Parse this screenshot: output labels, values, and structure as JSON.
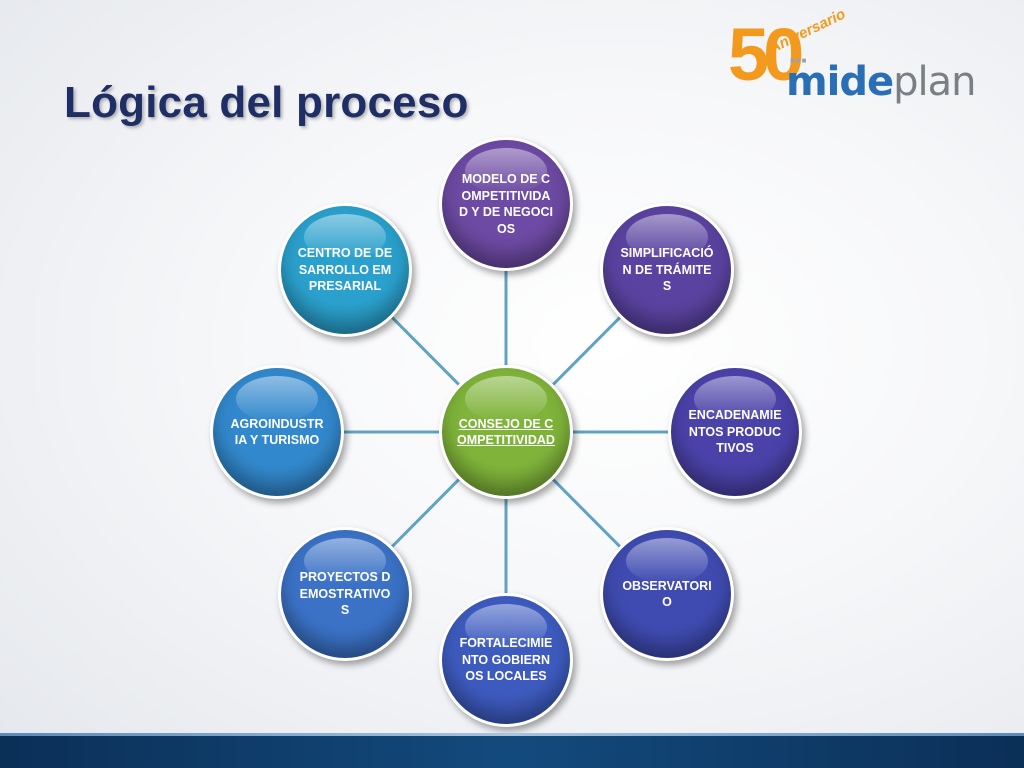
{
  "title": "Lógica del proceso",
  "logo": {
    "anniversary_number": "50",
    "anniversary_text": "Aniversario",
    "brand_part1": "mide",
    "brand_part2": "plan"
  },
  "center": {
    "id": "center",
    "label": "CONSEJO DE COMPETITIVIDAD",
    "color": "#7fb33a"
  },
  "nodes": [
    {
      "id": "modelo",
      "label": "MODELO DE COMPETITIVIDAD Y DE NEGOCIOS",
      "color": "#6d4aa3"
    },
    {
      "id": "simplificacion",
      "label": "SIMPLIFICACIÓN DE TRÁMITES",
      "color": "#5a43a0"
    },
    {
      "id": "encadenamientos",
      "label": "ENCADENAMIENTOS PRODUCTIVOS",
      "color": "#4a42a8"
    },
    {
      "id": "observatorio",
      "label": "OBSERVATORIO",
      "color": "#3f4bb0"
    },
    {
      "id": "fortalecimiento",
      "label": "FORTALECIMIENTO GOBIERNOS LOCALES",
      "color": "#3d5bbf"
    },
    {
      "id": "proyectos",
      "label": "PROYECTOS DEMOSTRATIVOS",
      "color": "#3b72c6"
    },
    {
      "id": "agroindustria",
      "label": "AGROINDUSTRIA Y TURISMO",
      "color": "#3288cc"
    },
    {
      "id": "centro",
      "label": "CENTRO DE DESARROLLO EMPRESARIAL",
      "color": "#2aa0cc"
    }
  ],
  "connector_color": "#5fa3c0"
}
